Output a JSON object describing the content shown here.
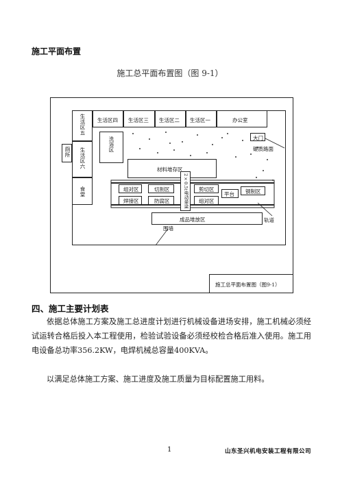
{
  "section1_title": "施工平面布置",
  "figure_caption": "施工总平面布置图（图 9-1）",
  "diagram": {
    "living_areas_top": [
      "生活区四",
      "生活区三",
      "生活区二",
      "生活区一"
    ],
    "office": "办公室",
    "living_area_5": "生活区五",
    "living_area_6": "生活区六",
    "toilet": "厕所",
    "canteen": "食堂",
    "wash_area": "洗浴区",
    "gate": "大门",
    "hardened_road": "硬质路面",
    "material_storage": "材料堆存区",
    "assembly_1": "组对区",
    "cutting_area": "切割区",
    "welding_area": "焊接区",
    "painting_area": "防腐区",
    "prefab_plant": "2×0.5t电动单梁",
    "cutting_area_2": "剪切区",
    "assembly_2": "组对区",
    "steel_platform": "平台",
    "rebar_area": "钢制区",
    "finished_storage": "成品堆放区",
    "track": "轨道",
    "fence": "围墙",
    "title_block": "施工总平面布置图（图9-1）"
  },
  "section4_title": "四、施工主要计划表",
  "paragraph1": "依据总体施工方案及施工总进度计划进行机械设备进场安排，施工机械必须经试运转合格后投入本工程使用，检验试验设备必须经校检合格后准入使用。施工用电设备总功率356.2KW，电焊机械总容量400KVA。",
  "paragraph2": "以满足总体施工方案、施工进度及施工质量为目标配置施工用料。",
  "footer": {
    "page_number": "1",
    "company": "山东圣兴机电安装工程有限公司"
  }
}
